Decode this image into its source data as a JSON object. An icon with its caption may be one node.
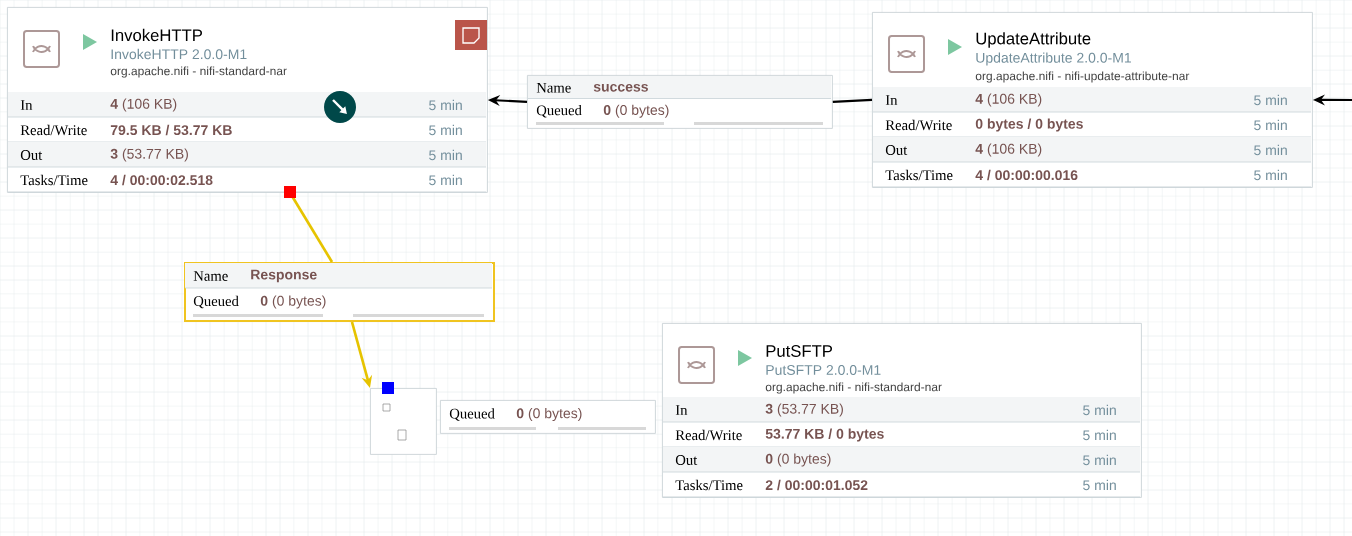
{
  "diagram": {
    "nodes": [
      {
        "text": [
          "InvokeHTTP",
          "InvokeHTTP 2.0.0-M1",
          "org.apache.nifi - nifi-standard-nar",
          "In",
          "**4** (106 KB)",
          "5 min",
          "Read/Write",
          "79.5 KB / 53.77 KB",
          "5 min",
          "Out",
          "**3** (53.77 KB)",
          "5 min",
          "Tasks/Time",
          "4 / 00:00:02.518",
          "5 min"
        ]
      },
      {
        "text": [
          "UpdateAttribute",
          "UpdateAttribute 2.0.0-M1",
          "org.apache.nifi - nifi-update-attribute-nar",
          "In",
          "**4** (106 KB)",
          "5 min",
          "Read/Write",
          "0 bytes / 0 bytes",
          "5 min",
          "Out",
          "**4** (106 KB)",
          "5 min",
          "Tasks/Time",
          "4 / 00:00:00.016",
          "5 min"
        ]
      },
      {
        "text": [
          "PutSFTP",
          "PutSFTP 2.0.0-M1",
          "org.apache.nifi - nifi-standard-nar",
          "In",
          "**3** (53.77 KB)",
          "5 min",
          "Read/Write",
          "53.77 KB / 0 bytes",
          "5 min",
          "Out",
          "**0** (0 bytes)",
          "5 min",
          "Tasks/Time",
          "2 / 00:00:01.052",
          "5 min"
        ]
      },
      {
        "text": [
          "Name",
          "success",
          "Queued",
          "**0** (0 bytes)"
        ]
      },
      {
        "text": [
          "Name",
          "Response",
          "Queued",
          "**0** (0 bytes)"
        ]
      },
      {
        "text": [],
        "shape": "box"
      },
      {
        "text": [
          "Queued",
          "**0** (0 bytes)"
        ]
      }
    ],
    "edges": [
      {
        "from": 1,
        "to": 3,
        "arrow": "none"
      },
      {
        "from": 3,
        "to": 0,
        "arrow": "to"
      },
      {
        "from": 0,
        "to": 4,
        "arrow": "none",
        "color": "#e6c300"
      },
      {
        "from": 4,
        "to": 5,
        "arrow": "to",
        "color": "#e6c300"
      },
      {
        "from": null,
        "to": 1,
        "arrow": "to"
      }
    ]
  }
}
